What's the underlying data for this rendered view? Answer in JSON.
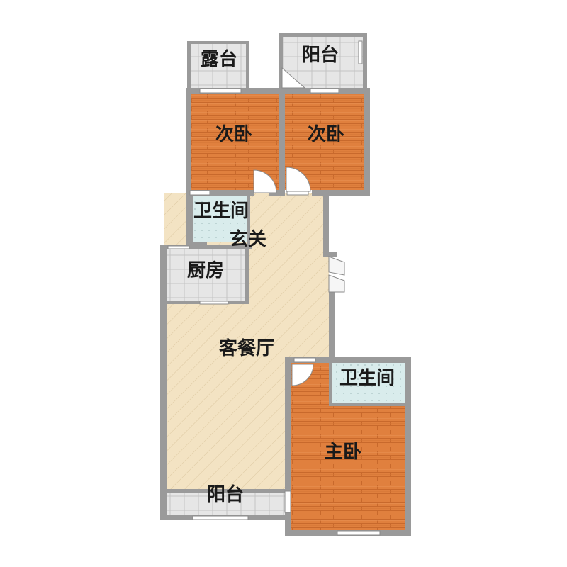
{
  "floorplan": {
    "rooms": {
      "terrace": {
        "label": "露台"
      },
      "balcony_north": {
        "label": "阳台"
      },
      "bedroom_secondary_1": {
        "label": "次卧"
      },
      "bedroom_secondary_2": {
        "label": "次卧"
      },
      "bathroom_north": {
        "label": "卫生间"
      },
      "entrance": {
        "label": "玄关"
      },
      "kitchen": {
        "label": "厨房"
      },
      "living_dining": {
        "label": "客餐厅"
      },
      "bathroom_master": {
        "label": "卫生间"
      },
      "master_bedroom": {
        "label": "主卧"
      },
      "balcony_south": {
        "label": "阳台"
      }
    },
    "colors": {
      "wall": "#9a9a9a",
      "wood_floor": "#e0803e",
      "living_floor": "#f3e3c3",
      "tile": "#dcdcdc",
      "bath_tile": "#d9ecec"
    }
  }
}
